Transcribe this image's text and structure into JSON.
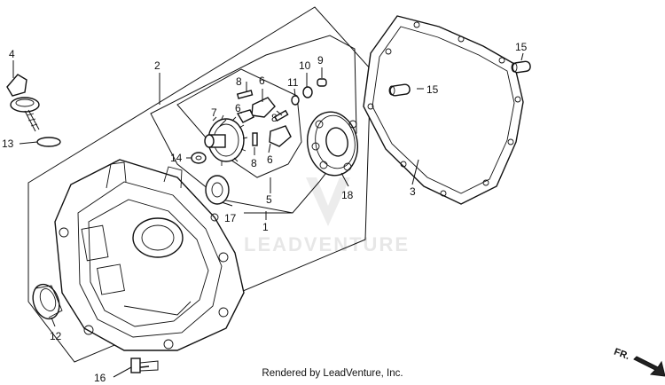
{
  "callouts": {
    "c1": "1",
    "c2": "2",
    "c3": "3",
    "c4": "4",
    "c5": "5",
    "c6a": "6",
    "c6b": "6",
    "c6c": "6",
    "c7": "7",
    "c8a": "8",
    "c8b": "8",
    "c8c": "8",
    "c9": "9",
    "c10": "10",
    "c11": "11",
    "c12": "12",
    "c13": "13",
    "c14": "14",
    "c15a": "15",
    "c15b": "15",
    "c16": "16",
    "c17": "17",
    "c18": "18"
  },
  "watermark": "LEADVENTURE",
  "credit": "Rendered by LeadVenture, Inc.",
  "direction_label": "FR."
}
